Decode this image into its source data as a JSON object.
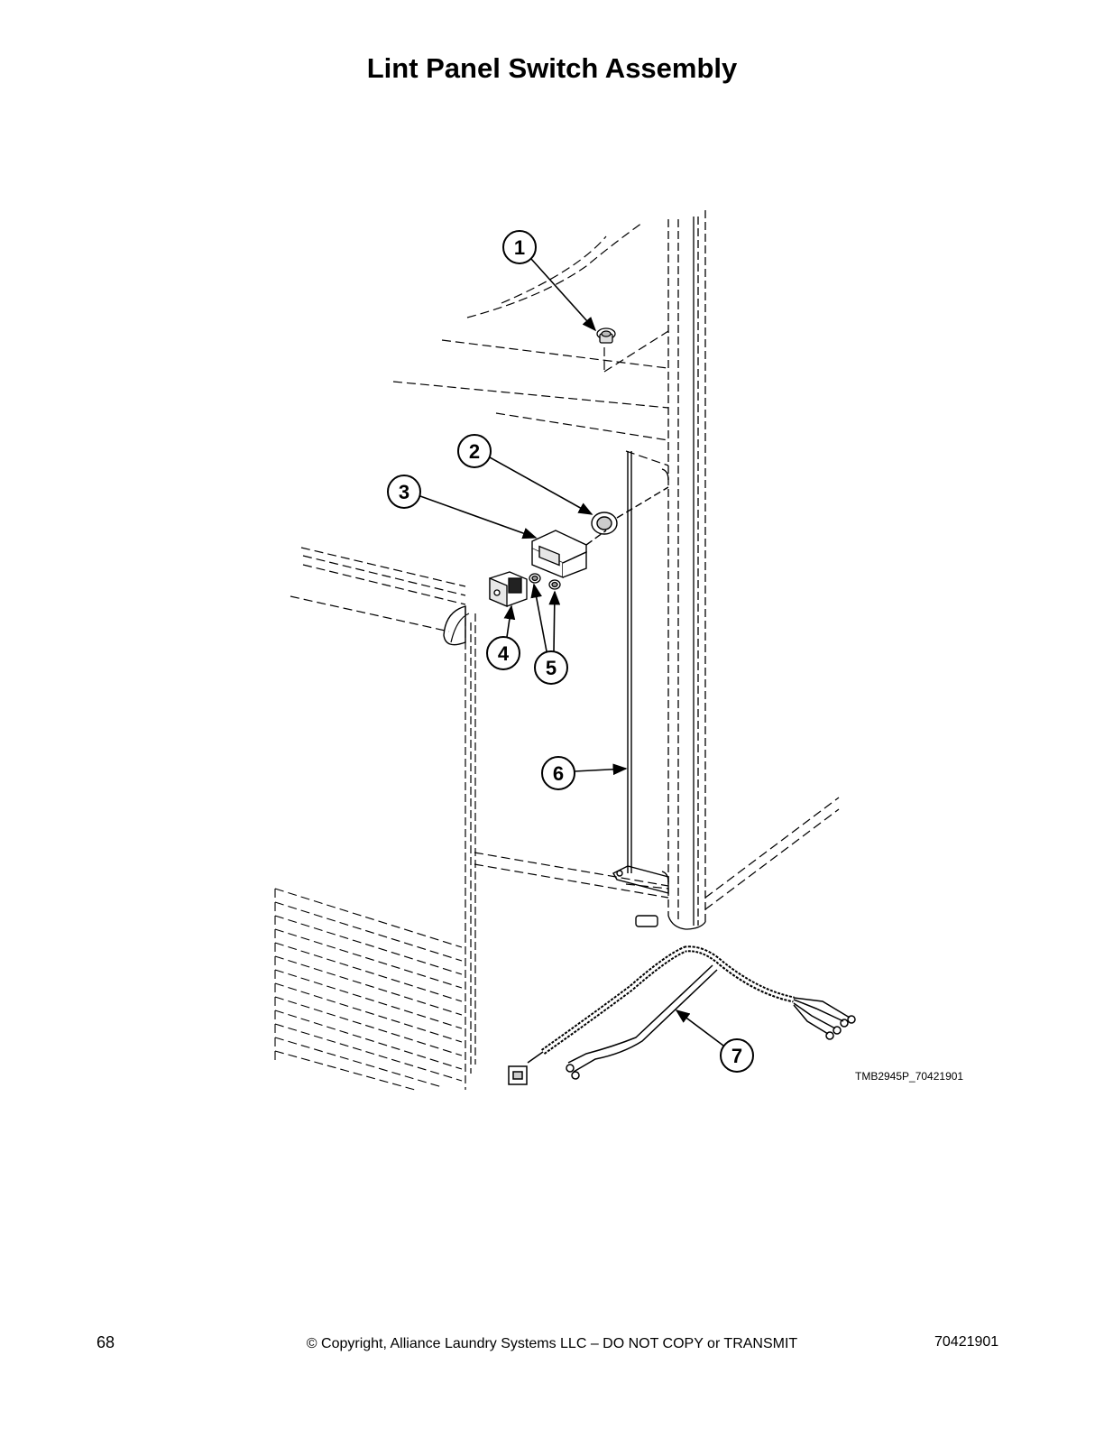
{
  "title": "Lint Panel Switch Assembly",
  "figure_id": "TMB2945P_70421901",
  "callouts": [
    "1",
    "2",
    "3",
    "4",
    "5",
    "6",
    "7"
  ],
  "footer": {
    "page_number": "68",
    "copyright": "© Copyright, Alliance Laundry Systems LLC – DO NOT COPY or TRANSMIT",
    "document_number": "70421901"
  }
}
